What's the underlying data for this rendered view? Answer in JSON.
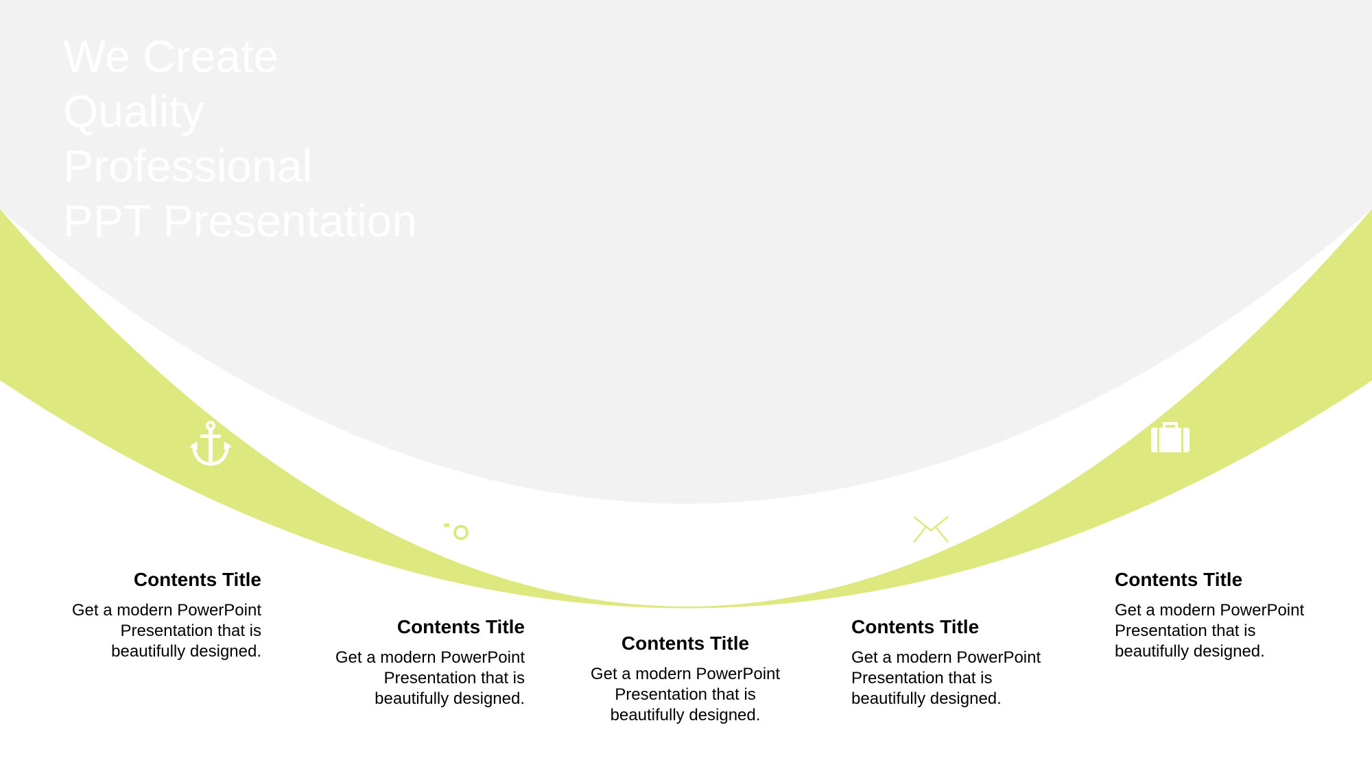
{
  "title_lines": [
    "We Create",
    "Quality",
    "Professional",
    "PPT Presentation"
  ],
  "colors": {
    "background": "#ffffff",
    "dome": "#f2f2f2",
    "band": "#dde87f",
    "icon": "#ffffff",
    "text": "#000000"
  },
  "items": [
    {
      "icon": "anchor-icon",
      "title": "Contents Title",
      "body": "Get a modern PowerPoint Presentation that is beautifully designed."
    },
    {
      "icon": "camera-icon",
      "title": "Contents Title",
      "body": "Get a modern PowerPoint Presentation that is beautifully designed."
    },
    {
      "icon": "alarm-clock-icon",
      "title": "Contents Title",
      "body": "Get a modern PowerPoint Presentation that is beautifully designed."
    },
    {
      "icon": "envelope-icon",
      "title": "Contents Title",
      "body": "Get a modern PowerPoint Presentation that is beautifully designed."
    },
    {
      "icon": "briefcase-icon",
      "title": "Contents Title",
      "body": "Get a modern PowerPoint Presentation that is beautifully designed."
    }
  ]
}
